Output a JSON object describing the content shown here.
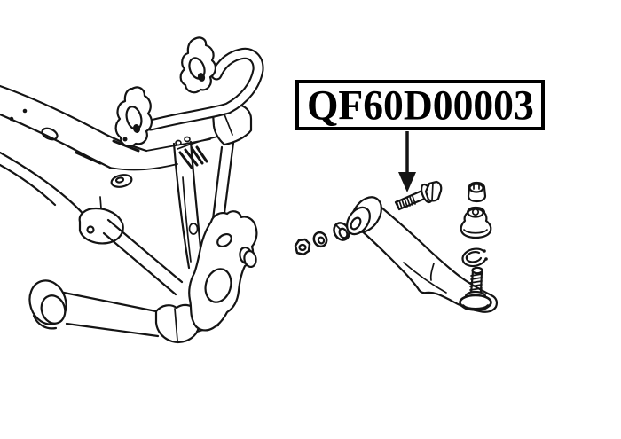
{
  "label": {
    "part_number": "QF60D00003"
  },
  "colors": {
    "line": "#141414",
    "background": "#ffffff",
    "label_border": "#000000",
    "label_text": "#000000"
  },
  "illustration": {
    "left_drawing": "rear-subframe-with-stabilizer-bar-strut-knuckle-and-arms",
    "right_drawing": "exploded-lateral-control-arm-with-bolt-washers-nuts-dust-boot-snap-ring-ball-joint",
    "callout": "arrow-from-part-number-box-to-control-arm-bolt"
  }
}
